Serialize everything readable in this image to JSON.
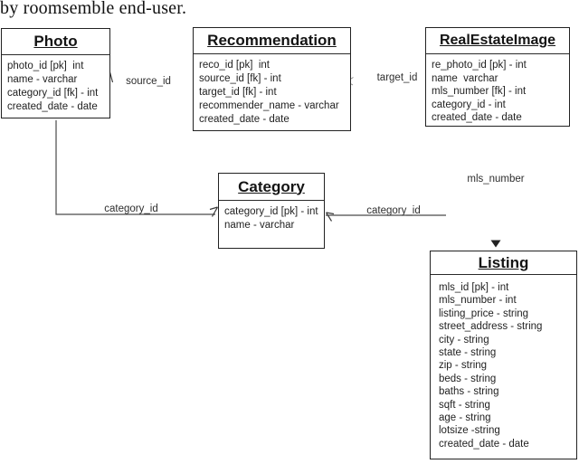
{
  "caption": "by roomsemble end-user.",
  "tables": {
    "photo": {
      "title": "Photo",
      "fields": [
        "photo_id [pk]  int",
        "name - varchar",
        "category_id [fk] - int",
        "created_date - date"
      ]
    },
    "recommendation": {
      "title": "Recommendation",
      "fields": [
        "reco_id [pk]  int",
        "source_id [fk] - int",
        "target_id [fk] - int",
        "recommender_name - varchar",
        "created_date - date"
      ]
    },
    "real_estate_image": {
      "title": "RealEstateImage",
      "fields": [
        "re_photo_id [pk] - int",
        "name  varchar",
        "mls_number [fk] - int",
        "category_id - int",
        "created_date - date"
      ]
    },
    "category": {
      "title": "Category",
      "fields": [
        "category_id [pk] - int",
        "name - varchar"
      ]
    },
    "listing": {
      "title": "Listing",
      "fields": [
        "mls_id [pk] - int",
        "mls_number - int",
        "listing_price - string",
        "street_address - string",
        "city - string",
        "state - string",
        "zip - string",
        "beds - string",
        "baths - string",
        "sqft - string",
        "age - string",
        "lotsize -string",
        "created_date - date"
      ]
    }
  },
  "edge_labels": {
    "source_id": "source_id",
    "target_id": "target_id",
    "photo_to_category": "category_id",
    "image_to_category": "category_id",
    "mls_number": "mls_number"
  },
  "colors": {
    "background": "#ffffff",
    "border": "#222222",
    "line": "#4a4a4a",
    "text": "#1b1b1b"
  }
}
